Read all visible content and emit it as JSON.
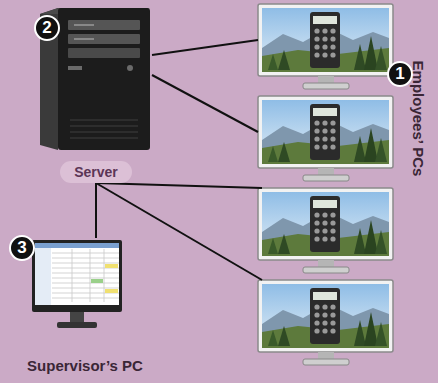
{
  "diagram": {
    "nodes": [
      {
        "text": [
          "Server"
        ]
      },
      {
        "text": [
          "Supervisor’s PC"
        ]
      },
      {
        "text": []
      },
      {
        "text": []
      },
      {
        "text": []
      },
      {
        "text": []
      }
    ],
    "edges": [
      {
        "from": 0,
        "to": 2,
        "arrow": "none"
      },
      {
        "from": 0,
        "to": 3,
        "arrow": "none"
      },
      {
        "from": 0,
        "to": 4,
        "arrow": "none"
      },
      {
        "from": 0,
        "to": 5,
        "arrow": "none"
      },
      {
        "from": 0,
        "to": 1,
        "arrow": "none"
      }
    ],
    "labels": [
      "2",
      "1",
      "3",
      "Employees’ PCs"
    ]
  }
}
